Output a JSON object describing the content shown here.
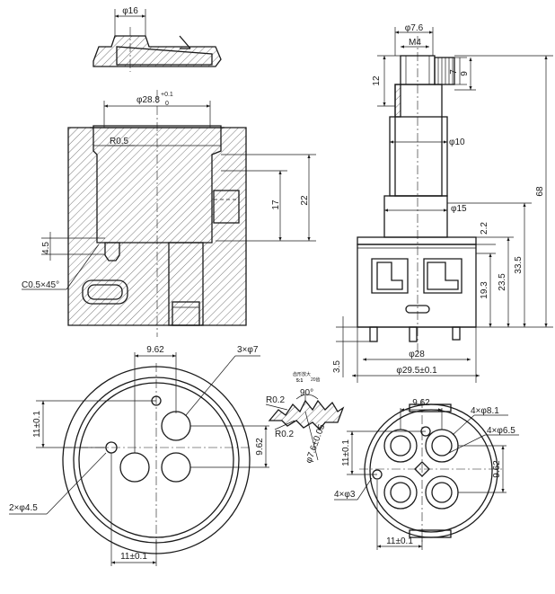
{
  "nut_view": {
    "dia_label": "φ16"
  },
  "body_section": {
    "bore_dia": "φ28.8",
    "bore_tol": "+0.1",
    "bore_tol_low": "0",
    "fillet": "R0.5",
    "chamfer": "C0.5×45°",
    "depth_22": "22",
    "depth_17": "17",
    "pin_4_5": "4.5"
  },
  "side_view": {
    "stem_dia_7_6": "φ7.6",
    "thread_m4": "M4",
    "h12": "12",
    "h7": "7",
    "h9": "9",
    "stem_phi10": "φ10",
    "collar_phi15": "φ15",
    "total68": "68",
    "h33_5": "33.5",
    "h23_5": "23.5",
    "h19_3": "19.3",
    "h2_2": "2.2",
    "h3_5": "3.5",
    "base_phi28": "φ28",
    "od_phi29_5": "φ29.5±0.1"
  },
  "bottom_view_left": {
    "spacing_9_62_top": "9.62",
    "holes_3x7": "3×φ7",
    "spacing_11_left": "11±0.1",
    "spacing_9_62_right": "9.62",
    "holes_2x4_5": "2×φ4.5",
    "spacing_11_bottom": "11±0.1"
  },
  "detail_view": {
    "note_top": "齿形放大",
    "note_mid": "5:1",
    "note_right": "20齿",
    "angle": "90°",
    "r_top": "R0.2",
    "r_bottom": "R0.2",
    "diameter": "φ7.6±0.05"
  },
  "bottom_view_right": {
    "spacing_9_62_top": "9.62",
    "holes_4x8_1": "4×φ8.1",
    "holes_4x6_5": "4×φ6.5",
    "spacing_11_left": "11±0.1",
    "spacing_9_62_right": "9.62",
    "holes_4x3": "4×φ3",
    "spacing_11_bottom": "11±0.1"
  }
}
